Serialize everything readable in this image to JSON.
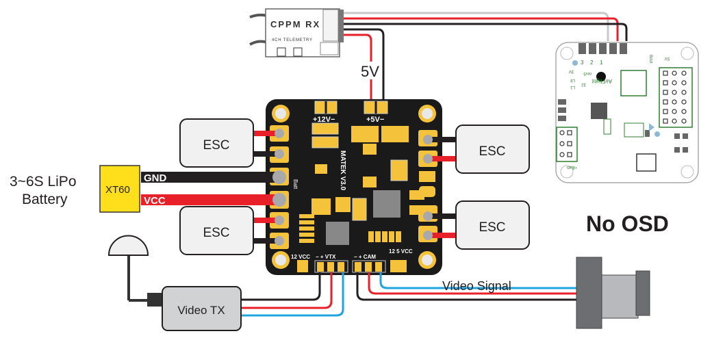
{
  "receiver": {
    "title": "CPPM RX",
    "subtitle": "4CH TELEMETRY"
  },
  "labels": {
    "five_volt": "5V",
    "battery_line1": "3~6S LiPo",
    "battery_line2": "Battery",
    "connector": "XT60",
    "gnd": "GND",
    "vcc": "VCC",
    "video_signal": "Video Signal",
    "no_osd": "No OSD",
    "video_tx": "Video TX"
  },
  "esc": {
    "label": "ESC"
  },
  "pdb": {
    "brand": "MATEK V3.0",
    "rail_12v": "+12V−",
    "rail_5v": "+5V−",
    "batt": "Batt",
    "vtx_header": "−  +  VTX",
    "cam_header": "−  +  CAM",
    "jumper_left": "12 VCC",
    "jumper_right": "12  5  VCC"
  },
  "fc": {
    "name": "AirFlight",
    "model": "32",
    "rev": "rev5",
    "pins": [
      "3",
      "2",
      "1"
    ],
    "boot": "Boot",
    "v5": "5V",
    "v3": "3V",
    "l8": "L8",
    "l1": "L1",
    "batt": "+Batt-"
  },
  "colors": {
    "wire_red": "#e8202a",
    "wire_black": "#231f20",
    "wire_blue": "#1ea5e0",
    "wire_gray": "#c8c8c8",
    "pcb_black": "#1a1a1a",
    "pad_gold": "#f5c33b",
    "xt60_yellow": "#ffdf1b",
    "fc_green": "#2e7d32"
  }
}
